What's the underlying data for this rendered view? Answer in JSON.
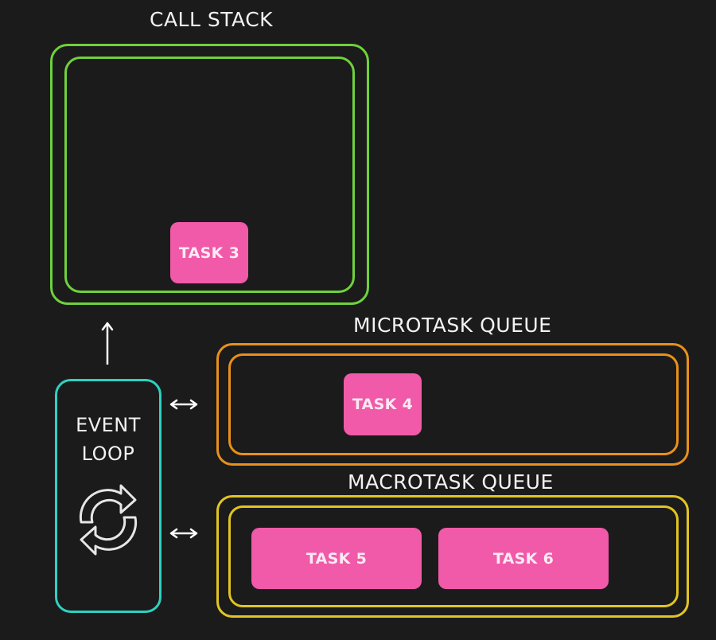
{
  "colors": {
    "background": "#1b1b1b",
    "call_stack": "#6fd13c",
    "microtask_queue": "#e8901c",
    "macrotask_queue": "#e1c424",
    "event_loop": "#2fd1c0",
    "task": "#f05aa8",
    "arrows": "#ffffff"
  },
  "call_stack": {
    "label": "CALL STACK",
    "tasks": [
      "TASK 3"
    ]
  },
  "microtask_queue": {
    "label": "MICROTASK QUEUE",
    "tasks": [
      "TASK 4"
    ]
  },
  "macrotask_queue": {
    "label": "MACROTASK QUEUE",
    "tasks": [
      "TASK 5",
      "TASK 6"
    ]
  },
  "event_loop": {
    "line1": "EVENT",
    "line2": "LOOP",
    "icon": "refresh-cycle-icon"
  }
}
